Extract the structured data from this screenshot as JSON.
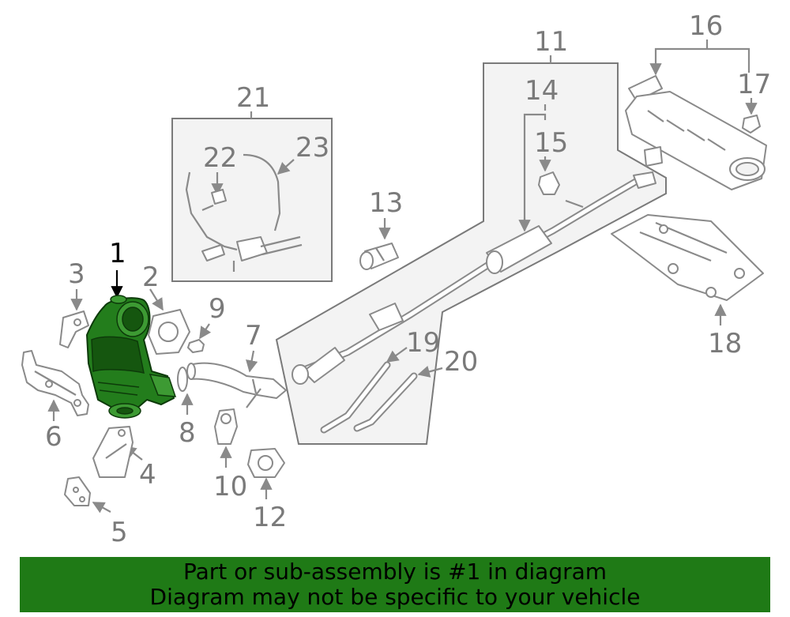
{
  "callouts": {
    "n1": "1",
    "n2": "2",
    "n3": "3",
    "n4": "4",
    "n5": "5",
    "n6": "6",
    "n7": "7",
    "n8": "8",
    "n9": "9",
    "n10": "10",
    "n11": "11",
    "n12": "12",
    "n13": "13",
    "n14": "14",
    "n15": "15",
    "n16": "16",
    "n17": "17",
    "n18": "18",
    "n19": "19",
    "n20": "20",
    "n21": "21",
    "n22": "22",
    "n23": "23"
  },
  "banner": {
    "line1": "Part or sub-assembly is #1 in diagram",
    "line2": "Diagram may not be specific to your vehicle"
  },
  "colors": {
    "highlight": "#237d1c",
    "banner_bg": "#1f7a16",
    "line_gray": "#8a8a8a"
  }
}
